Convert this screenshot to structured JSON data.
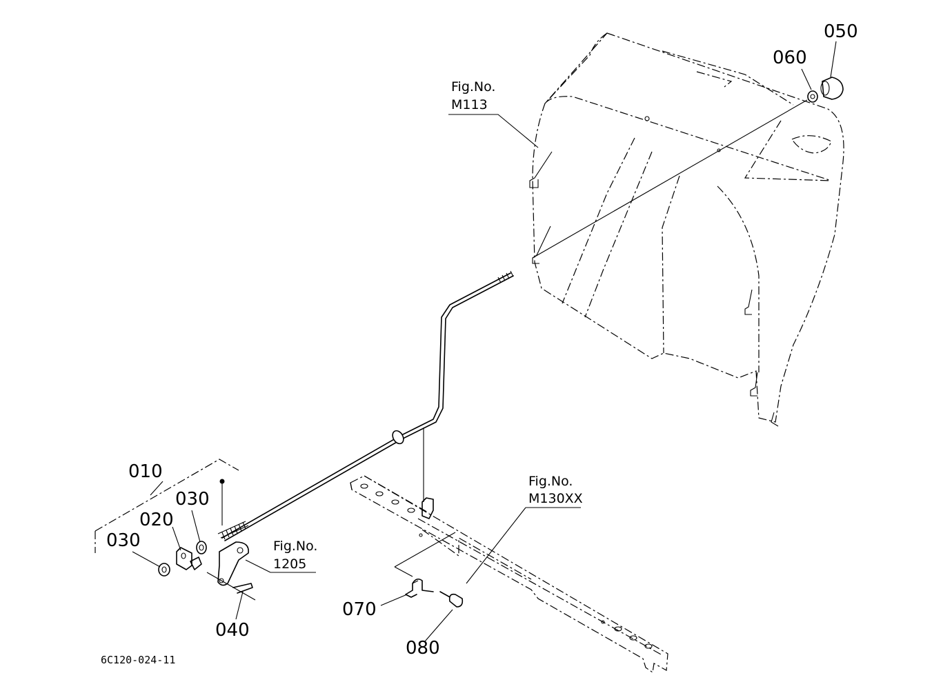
{
  "labels": {
    "p010": "010",
    "p020": "020",
    "p030a": "030",
    "p030b": "030",
    "p040": "040",
    "p050": "050",
    "p060": "060",
    "p070": "070",
    "p080": "080"
  },
  "refs": {
    "m113_line1": "Fig.No.",
    "m113_line2": "M113",
    "m130_line1": "Fig.No.",
    "m130_line2": "M130XX",
    "f1205_line1": "Fig.No.",
    "f1205_line2": "1205"
  },
  "drawing_code": "6C120-024-11"
}
